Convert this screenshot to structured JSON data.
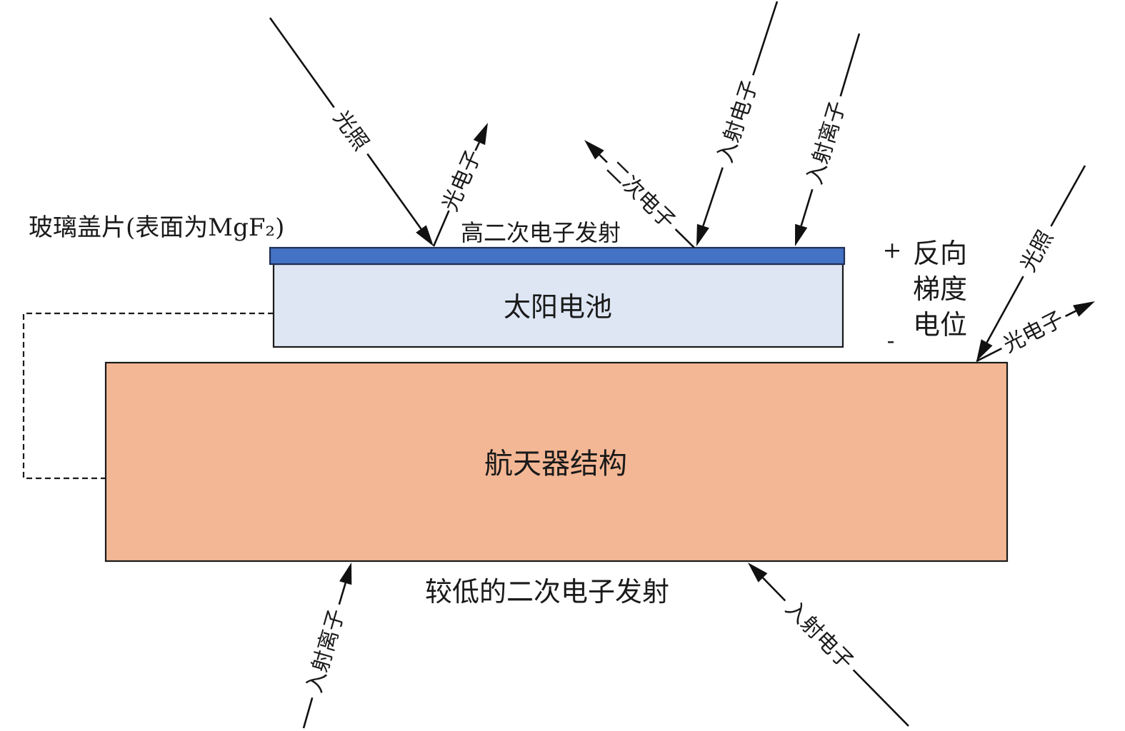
{
  "labels": {
    "glass_cover": "玻璃盖片(表面为MgF₂)",
    "high_emission": "高二次电子发射",
    "low_emission": "较低的二次电子发射",
    "solar_cell": "太阳电池",
    "structure": "航天器结构",
    "plus": "+",
    "minus": "-",
    "gradient": [
      "反向",
      "梯度",
      "电位"
    ]
  },
  "arrows": {
    "light_top": "光照",
    "photoelectron_top": "光电子",
    "secondary_electron": "二次电子",
    "incident_electron_top": "入射电子",
    "incident_ion_top": "入射离子",
    "light_right": "光照",
    "photoelectron_right": "光电子",
    "incident_ion_bottom": "入射离子",
    "incident_electron_bottom": "入射电子"
  },
  "colors": {
    "glass_cover": "#4472C4",
    "solar_cell": "#DEE6F4",
    "structure": "#F4B795"
  }
}
